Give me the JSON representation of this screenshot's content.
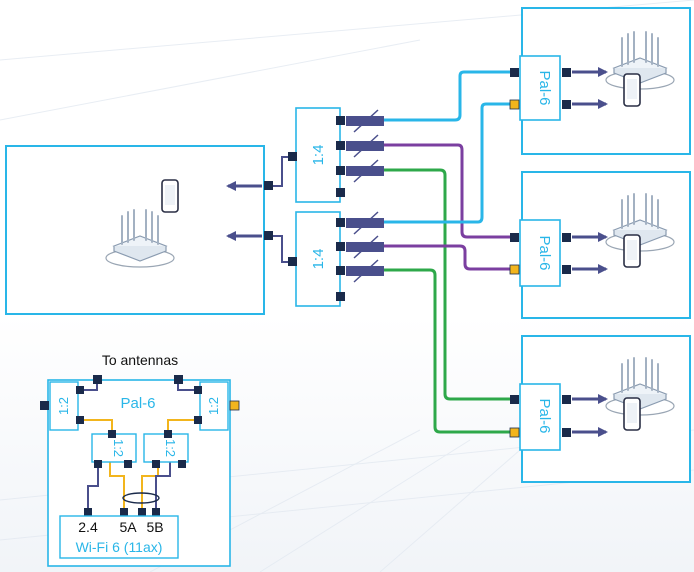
{
  "splitters": {
    "top": "1:4",
    "bottom": "1:4"
  },
  "pal_units": [
    "Pal-6",
    "Pal-6",
    "Pal-6"
  ],
  "detail": {
    "caption": "To antennas",
    "device": "Pal-6",
    "left_splitter": "1:2",
    "right_splitter": "1:2",
    "inner_left": "1:2",
    "inner_right": "1:2",
    "port_24": "2.4",
    "port_5a": "5A",
    "port_5b": "5B",
    "radio": "Wi-Fi 6 (11ax)"
  },
  "colors": {
    "accent": "#29b6e8",
    "box_border": "#29b6e8",
    "port": "#1a2a4a",
    "port_alt": "#f2b51d",
    "cable_blue": "#29b6e8",
    "cable_purple": "#7b3fa0",
    "cable_green": "#2ea84a",
    "cable_detail": "#f2b51d",
    "arrow": "#4a4f8c"
  },
  "icons": [
    "router-icon",
    "phone-icon",
    "attenuator-icon",
    "arrow-icon"
  ]
}
